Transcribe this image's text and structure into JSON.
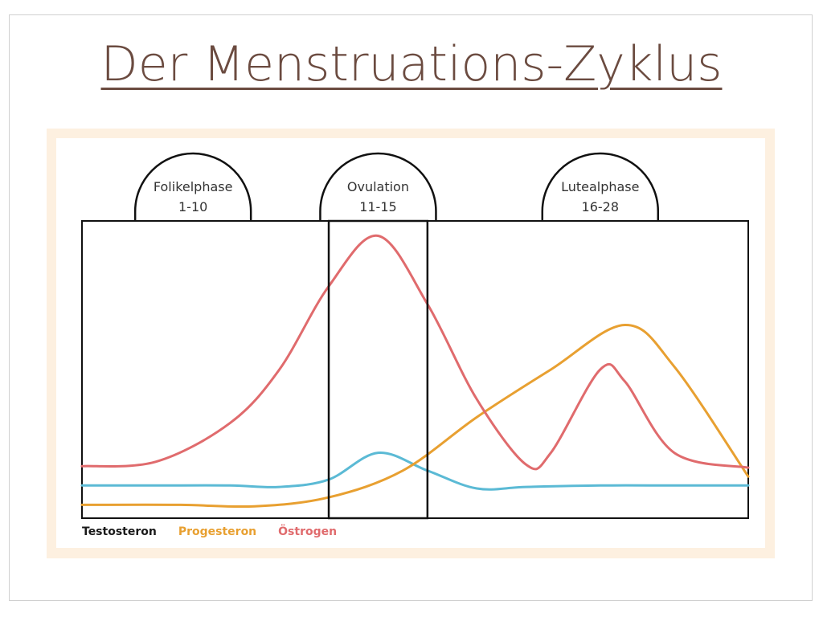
{
  "slide": {
    "title": "Der Menstruations-Zyklus"
  },
  "chart_data": {
    "type": "line",
    "title": "",
    "xlabel": "",
    "ylabel": "",
    "xlim": [
      1,
      28
    ],
    "ylim": [
      0,
      10
    ],
    "grid": false,
    "legend_position": "bottom-left",
    "phases": [
      {
        "name": "Folikelphase",
        "days": "1-10",
        "start": 1,
        "end": 10
      },
      {
        "name": "Ovulation",
        "days": "11-15",
        "start": 11,
        "end": 15
      },
      {
        "name": "Lutealphase",
        "days": "16-28",
        "start": 16,
        "end": 28
      }
    ],
    "series": [
      {
        "name": "Testosteron",
        "color": "#5bbad5",
        "points": [
          [
            1,
            1.1
          ],
          [
            4,
            1.1
          ],
          [
            7,
            1.1
          ],
          [
            9,
            1.05
          ],
          [
            11,
            1.3
          ],
          [
            13,
            2.2
          ],
          [
            15,
            1.6
          ],
          [
            17,
            1.0
          ],
          [
            19,
            1.05
          ],
          [
            22,
            1.1
          ],
          [
            25,
            1.1
          ],
          [
            28,
            1.1
          ]
        ]
      },
      {
        "name": "Progesteron",
        "color": "#e8a031",
        "points": [
          [
            1,
            0.45
          ],
          [
            5,
            0.45
          ],
          [
            8,
            0.4
          ],
          [
            11,
            0.7
          ],
          [
            14,
            1.6
          ],
          [
            17,
            3.4
          ],
          [
            20,
            5.0
          ],
          [
            23,
            6.5
          ],
          [
            25,
            5.1
          ],
          [
            28,
            1.4
          ]
        ]
      },
      {
        "name": "Östrogen",
        "color": "#e06b6d",
        "points": [
          [
            1,
            1.75
          ],
          [
            4,
            1.9
          ],
          [
            7,
            3.2
          ],
          [
            9,
            5.0
          ],
          [
            11,
            7.8
          ],
          [
            13,
            9.5
          ],
          [
            15,
            7.2
          ],
          [
            17,
            4.0
          ],
          [
            19,
            1.8
          ],
          [
            20,
            2.2
          ],
          [
            22,
            5.0
          ],
          [
            23,
            4.6
          ],
          [
            25,
            2.2
          ],
          [
            28,
            1.7
          ]
        ]
      }
    ],
    "legend": [
      {
        "label": "Testosteron",
        "color": "#1a1a1a"
      },
      {
        "label": "Progesteron",
        "color": "#e8a031"
      },
      {
        "label": "Östrogen",
        "color": "#e06b6d"
      }
    ]
  }
}
